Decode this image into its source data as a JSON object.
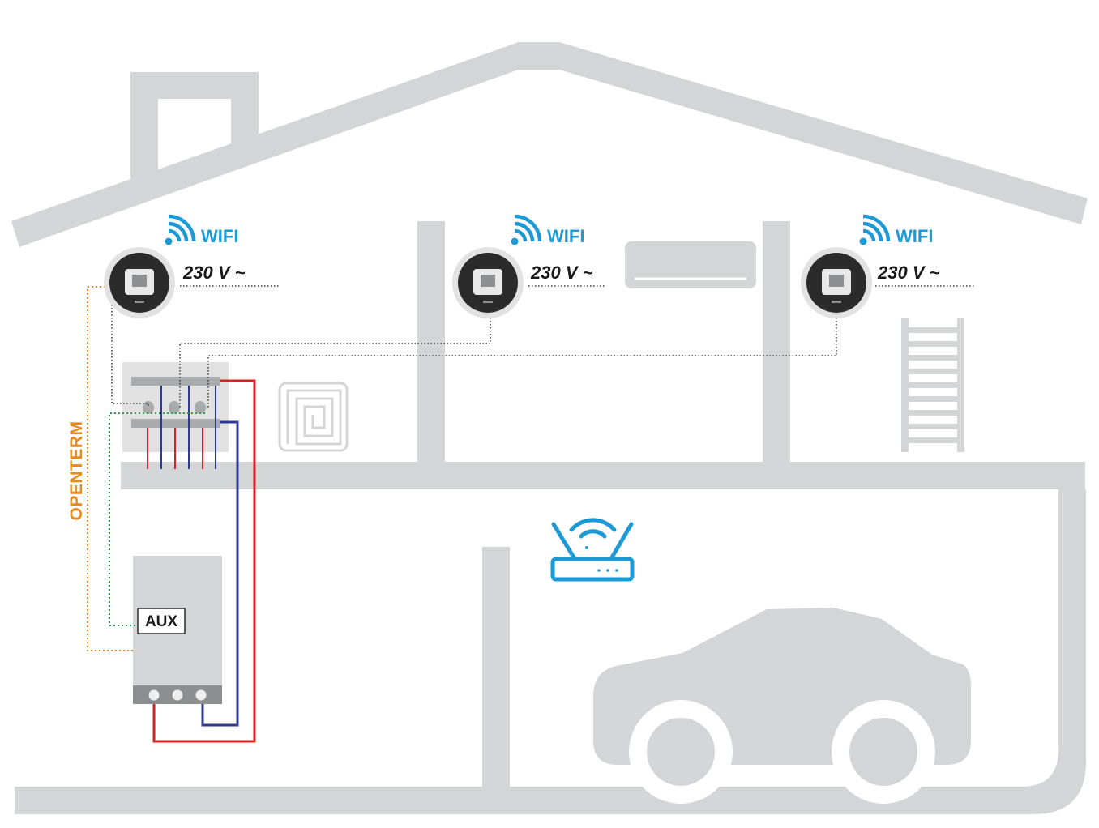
{
  "colors": {
    "structure": "#d4d5d7",
    "wifi_accent": "#1d9ad6",
    "openterm": "#e98a1f",
    "aux_wire": "#2f9a47",
    "signal_wire": "#3a3a3a",
    "hot_pipe": "#d42027",
    "cold_pipe": "#2b3990",
    "thermostat_body": "#2b2b2b",
    "thermostat_screen": "#e8e8e8"
  },
  "thermostats": [
    {
      "wifi_label": "WIFI",
      "power_label": "230 V ~",
      "icon": "wifi-icon"
    },
    {
      "wifi_label": "WIFI",
      "power_label": "230 V ~",
      "icon": "wifi-icon"
    },
    {
      "wifi_label": "WIFI",
      "power_label": "230 V ~",
      "icon": "wifi-icon"
    }
  ],
  "labels": {
    "openterm": "OPENTERM",
    "aux": "AUX"
  },
  "icons": {
    "router": "router-icon",
    "air_conditioner": "air-conditioner-icon",
    "underfloor_heating": "underfloor-heating-icon",
    "towel_radiator": "radiator-icon",
    "car": "car-icon",
    "boiler": "boiler-icon",
    "manifold": "manifold-icon"
  }
}
